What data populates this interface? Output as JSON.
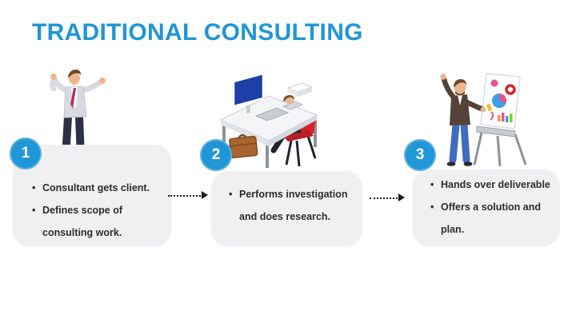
{
  "title": "TRADITIONAL CONSULTING",
  "colors": {
    "accent_blue": "#1f96d6",
    "circle_blue": "#2196d6",
    "card_background": "#f0f0f2",
    "body_text": "#2d2d2d",
    "arrow_black": "#1b1b1b",
    "monitor_screen_blue": "#1c3fa8",
    "chair_red": "#d8232a",
    "briefcase_brown": "#a8652f"
  },
  "steps": [
    {
      "number": "1",
      "illustration": "consultant-greeting-man",
      "bullets": [
        "Consultant gets client.",
        "Defines scope of consulting work."
      ]
    },
    {
      "number": "2",
      "illustration": "consultant-working-at-desk",
      "bullets": [
        "Performs investigation and does research."
      ]
    },
    {
      "number": "3",
      "illustration": "consultant-presenting-flipchart",
      "bullets": [
        "Hands over deliverable",
        "Offers a solution and plan."
      ]
    }
  ]
}
